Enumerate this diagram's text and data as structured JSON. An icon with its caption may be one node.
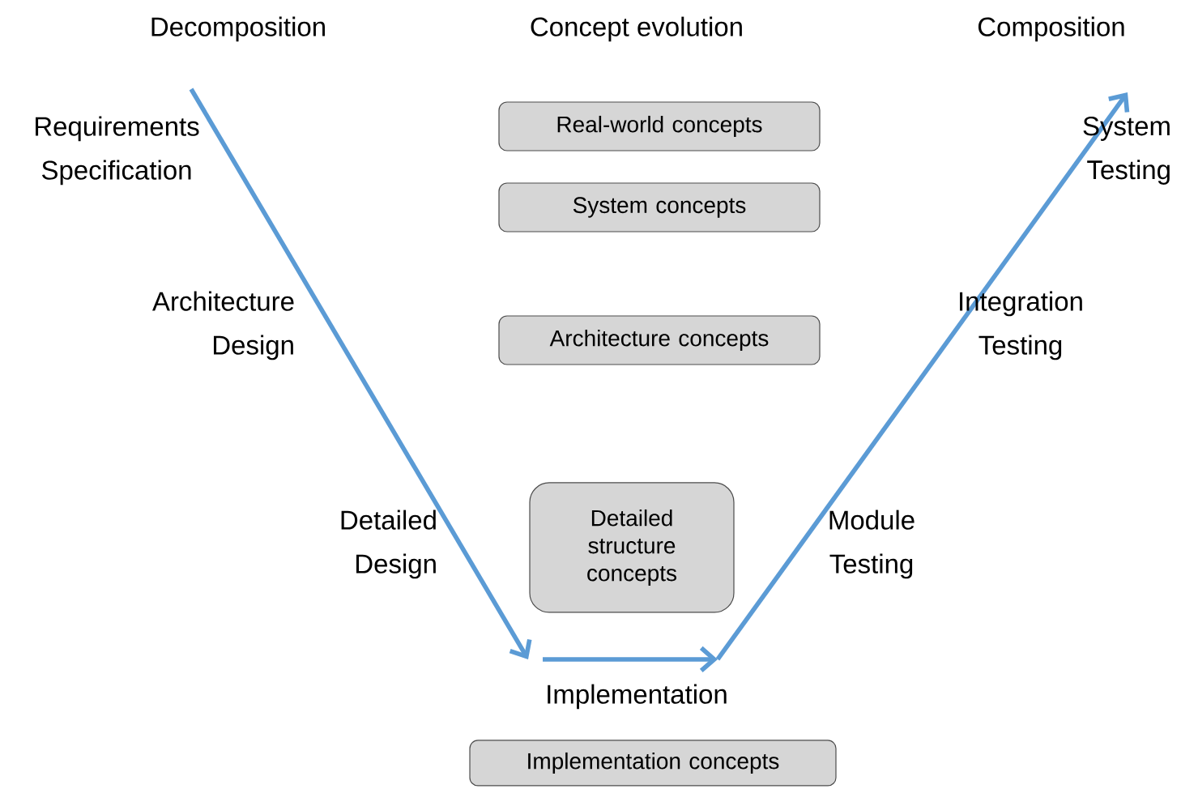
{
  "diagram": {
    "nodes": [
      {
        "text": [
          "Real-world concepts"
        ]
      },
      {
        "text": [
          "System concepts"
        ]
      },
      {
        "text": [
          "Architecture concepts"
        ]
      },
      {
        "text": [
          "Detailed structure concepts"
        ]
      },
      {
        "text": [
          "Implementation concepts"
        ]
      }
    ],
    "labels": [
      "Decomposition",
      "Concept evolution",
      "Composition",
      "Requirements Specification",
      "System Testing",
      "Architecture Design",
      "Integration Testing",
      "Detailed Design",
      "Module Testing",
      "Implementation"
    ]
  }
}
